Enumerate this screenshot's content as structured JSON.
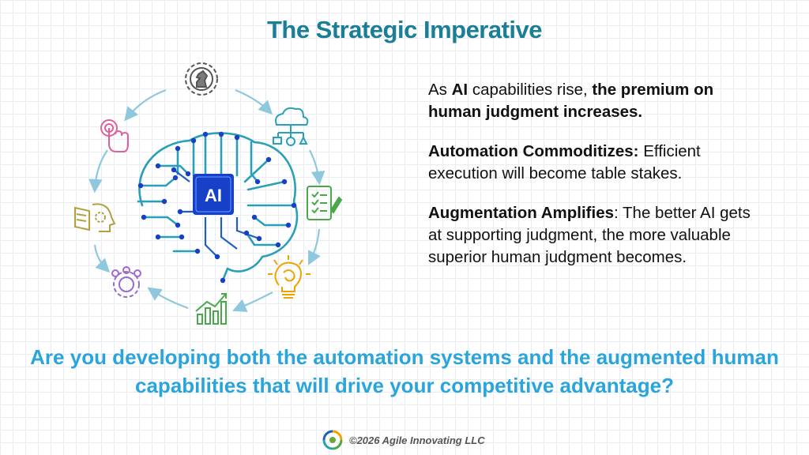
{
  "title": "The Strategic Imperative",
  "diagram": {
    "chip_label": "AI",
    "icons": [
      "chess-knight-gear-icon",
      "cloud-network-icon",
      "checklist-icon",
      "lightbulb-brain-icon",
      "bar-chart-icon",
      "team-gear-icon",
      "head-book-gear-icon",
      "touch-hand-icon"
    ],
    "colors": {
      "blue": "#1f5fc4",
      "teal": "#2a9fb8",
      "orange": "#f0a300",
      "green": "#4aa84a",
      "pink": "#e0609a",
      "purple": "#9a6bc8",
      "olive": "#b5a040",
      "chip": "#1640c8"
    }
  },
  "points": {
    "p1": {
      "pre": "As ",
      "b1": "AI",
      "mid": " capabilities rise, ",
      "b2": "the premium on human judgment increases."
    },
    "p2": {
      "bold": "Automation Commoditizes:",
      "text": " Efficient execution will become table stakes."
    },
    "p3": {
      "bold": "Augmentation Amplifies",
      "text": ": The better AI gets at supporting judgment, the more valuable superior human judgment becomes."
    }
  },
  "question": "Are you developing both the automation systems and the augmented human capabilities that will drive your competitive advantage?",
  "footer": {
    "copyright": "©2026 Agile Innovating LLC"
  }
}
